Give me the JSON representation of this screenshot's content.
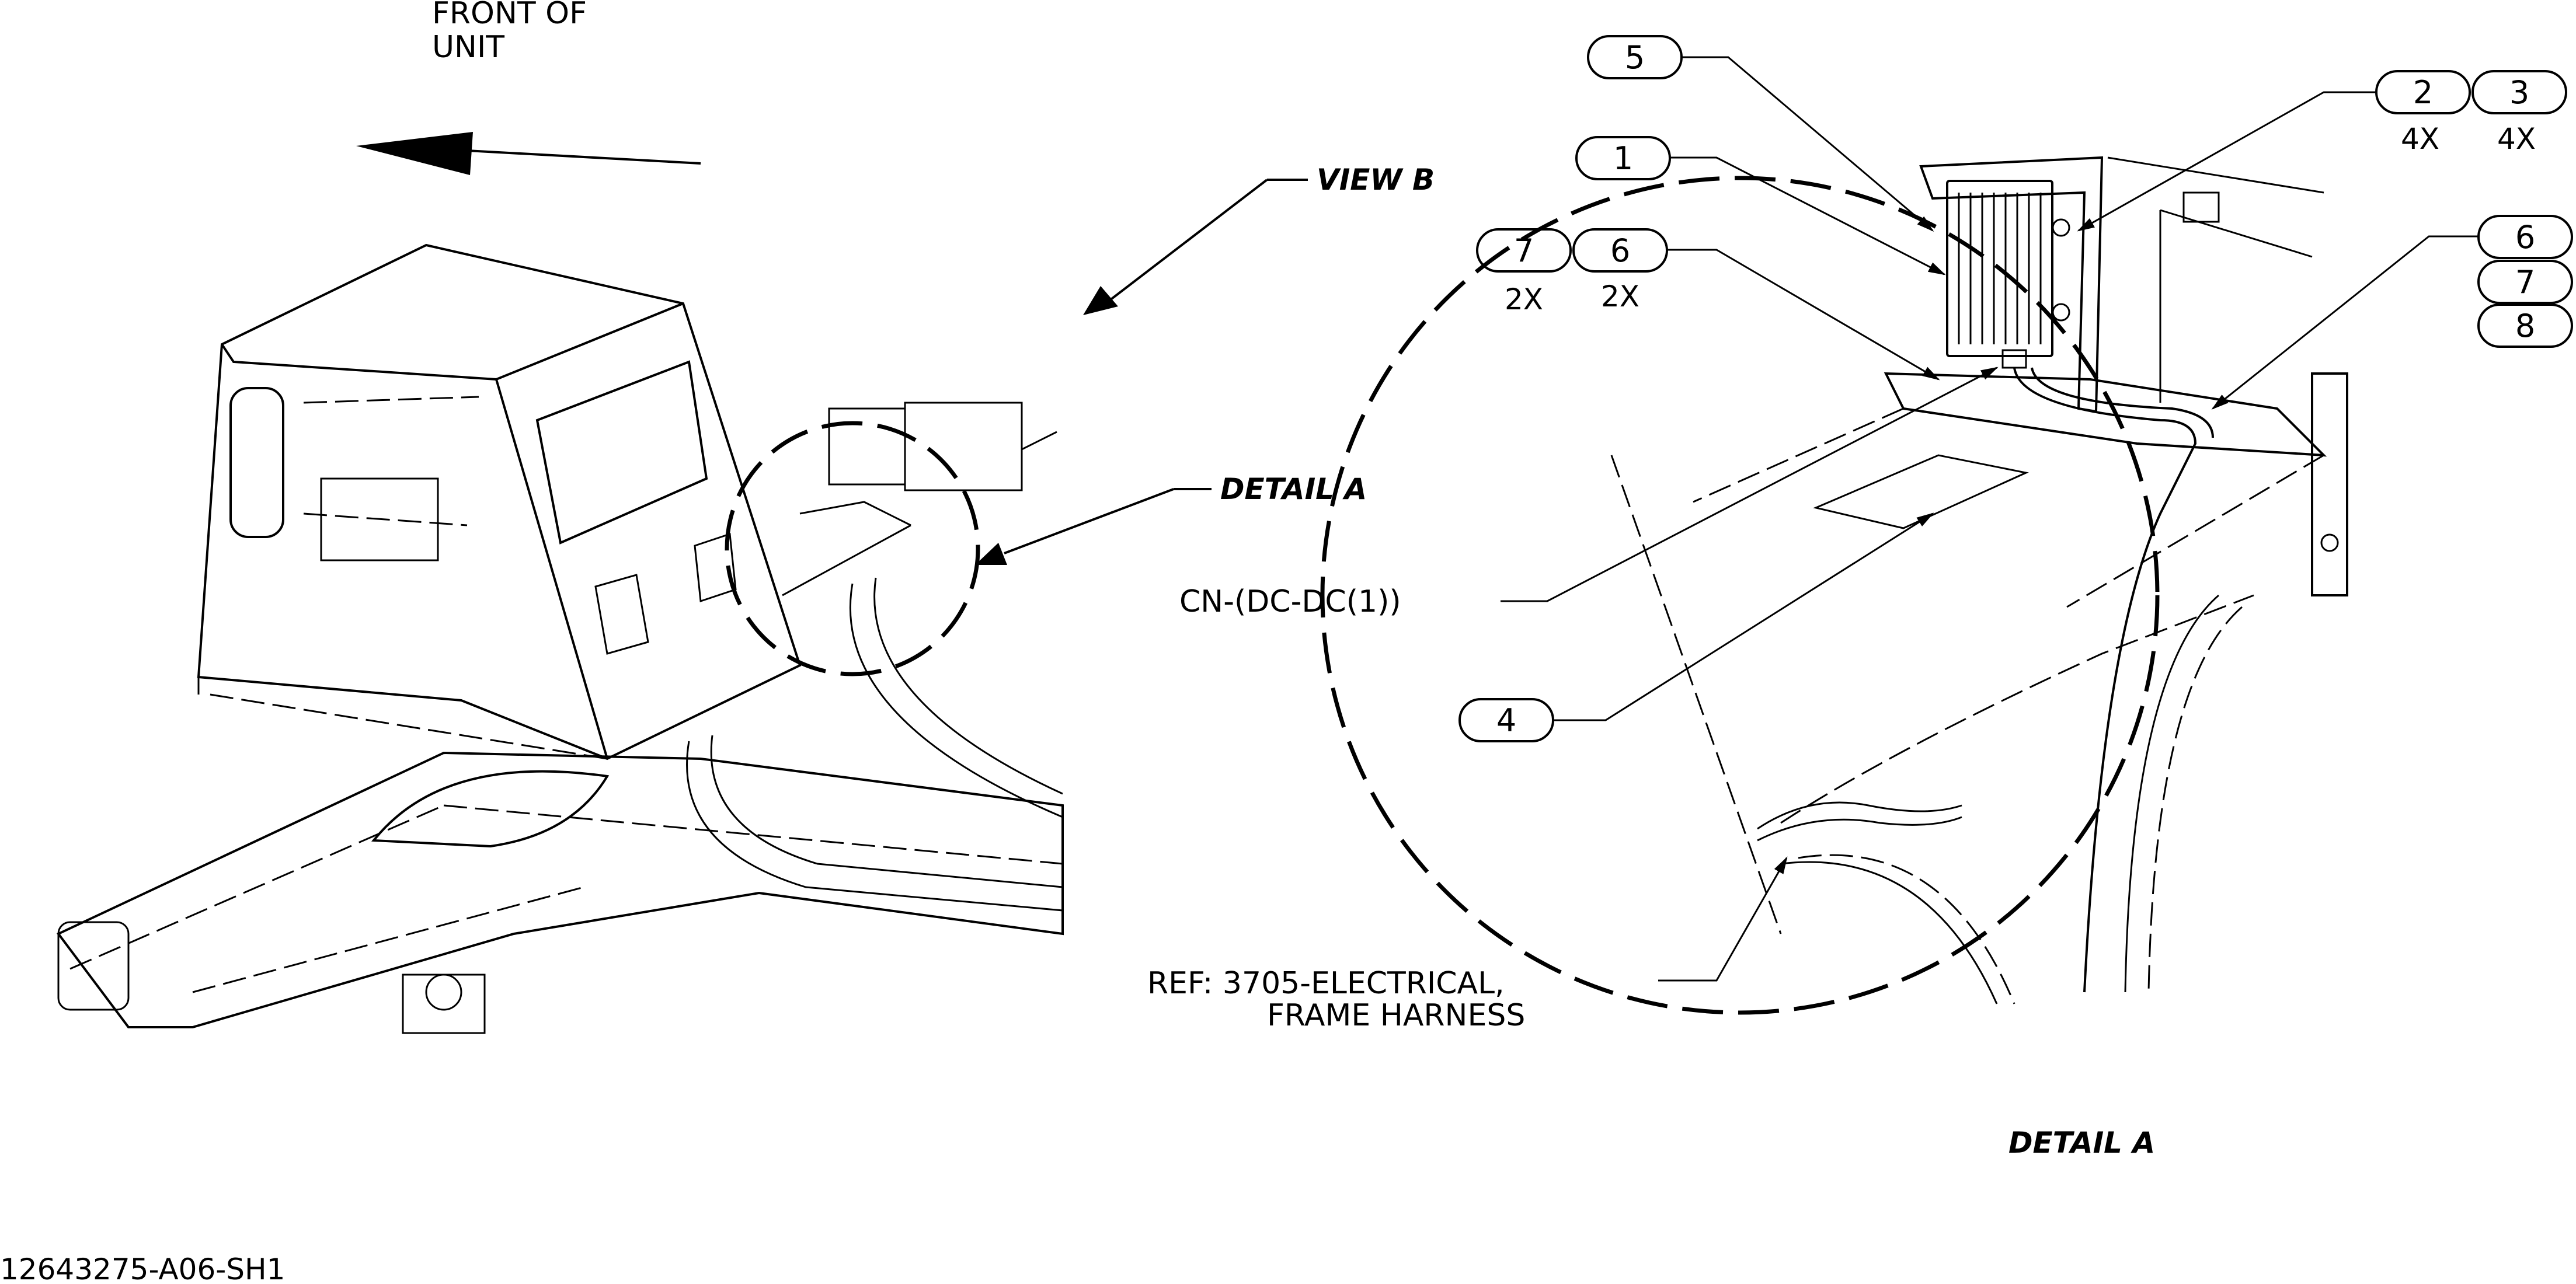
{
  "front_label_line1": "FRONT OF",
  "front_label_line2": "UNIT",
  "view_b_label": "VIEW B",
  "detail_a_label_top": "DETAIL A",
  "detail_a_label_bottom": "DETAIL A",
  "connector_label": "CN-(DC-DC(1))",
  "ref_label_line1": "REF: 3705-ELECTRICAL,",
  "ref_label_line2": "FRAME HARNESS",
  "drawing_number": "12643275-A06-SH1",
  "balloons": {
    "b5": "5",
    "b1": "1",
    "b7": "7",
    "b6": "6",
    "b2": "2",
    "b3": "3",
    "b6r": "6",
    "b7r": "7",
    "b8": "8",
    "b4": "4"
  },
  "quantities": {
    "q7": "2X",
    "q6": "2X",
    "q2": "4X",
    "q3": "4X"
  }
}
